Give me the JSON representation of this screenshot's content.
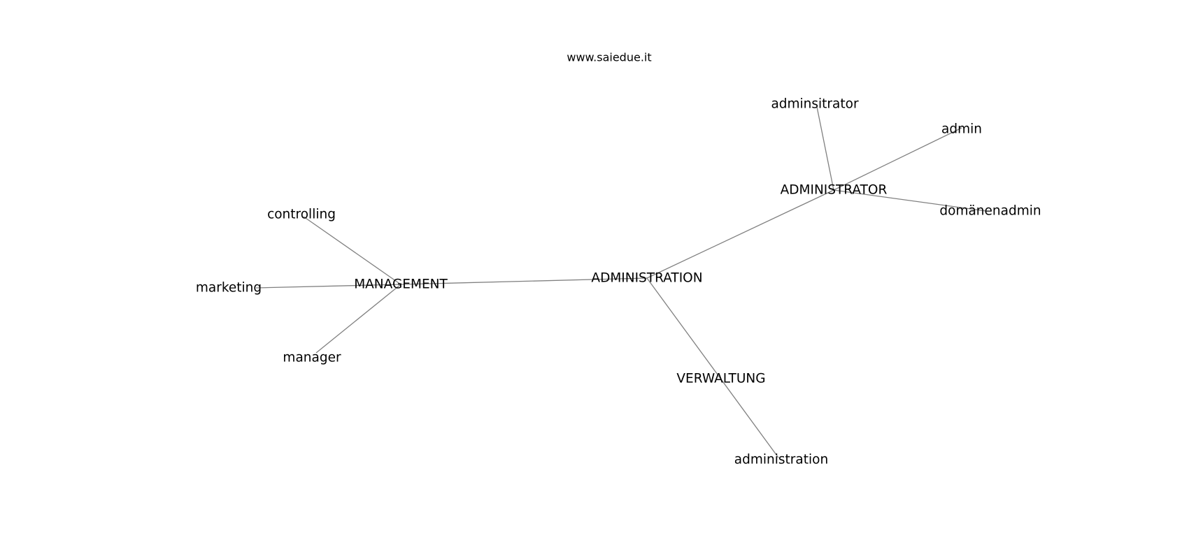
{
  "header": {
    "site": "www.saiedue.it"
  },
  "colors": {
    "edge": "#808080",
    "text": "#000000",
    "background": "#ffffff"
  },
  "nodes": [
    {
      "id": "administration-hub",
      "label": "ADMINISTRATION"
    },
    {
      "id": "administrator-hub",
      "label": "ADMINISTRATOR"
    },
    {
      "id": "management-hub",
      "label": "MANAGEMENT"
    },
    {
      "id": "verwaltung",
      "label": "VERWALTUNG"
    },
    {
      "id": "adminsitrator",
      "label": "adminsitrator"
    },
    {
      "id": "admin",
      "label": "admin"
    },
    {
      "id": "domanenadmin",
      "label": "domänenadmin"
    },
    {
      "id": "controlling",
      "label": "controlling"
    },
    {
      "id": "marketing",
      "label": "marketing"
    },
    {
      "id": "manager",
      "label": "manager"
    },
    {
      "id": "administration-leaf",
      "label": "administration"
    }
  ],
  "edges": [
    {
      "from": "administration-hub",
      "to": "administrator-hub"
    },
    {
      "from": "administration-hub",
      "to": "management-hub"
    },
    {
      "from": "administration-hub",
      "to": "administration-leaf"
    },
    {
      "from": "administrator-hub",
      "to": "adminsitrator"
    },
    {
      "from": "administrator-hub",
      "to": "admin"
    },
    {
      "from": "administrator-hub",
      "to": "domanenadmin"
    },
    {
      "from": "management-hub",
      "to": "controlling"
    },
    {
      "from": "management-hub",
      "to": "marketing"
    },
    {
      "from": "management-hub",
      "to": "manager"
    }
  ]
}
